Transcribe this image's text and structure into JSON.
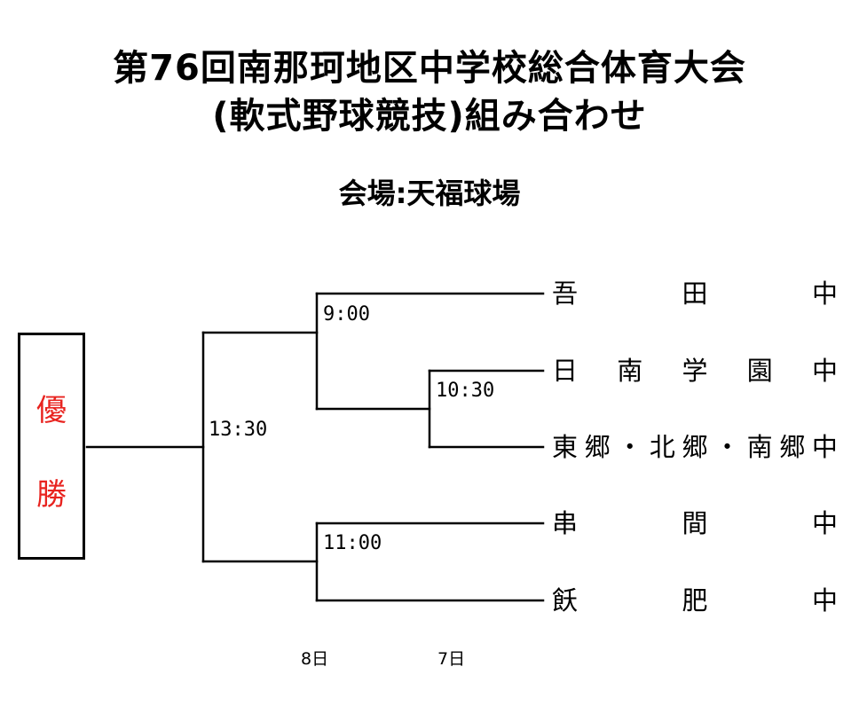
{
  "title": {
    "line1": "第76回南那珂地区中学校総合体育大会",
    "line2": "(軟式野球競技)組み合わせ"
  },
  "venue": "会場:天福球場",
  "winner": {
    "char1": "優",
    "char2": "勝",
    "color": "#e8231f"
  },
  "times": {
    "final": "13:30",
    "semi_top": "9:00",
    "semi_bottom": "11:00",
    "first_round": "10:30"
  },
  "teams": [
    {
      "chars": [
        "吾",
        "田",
        "中"
      ]
    },
    {
      "chars": [
        "日",
        "南",
        "学",
        "園",
        "中"
      ]
    },
    {
      "chars": [
        "東",
        "郷",
        "・",
        "北",
        "郷",
        "・",
        "南",
        "郷",
        "中"
      ]
    },
    {
      "chars": [
        "串",
        "間",
        "中"
      ]
    },
    {
      "chars": [
        "飫",
        "肥",
        "中"
      ]
    }
  ],
  "days": {
    "day8": "8日",
    "day7": "7日"
  }
}
